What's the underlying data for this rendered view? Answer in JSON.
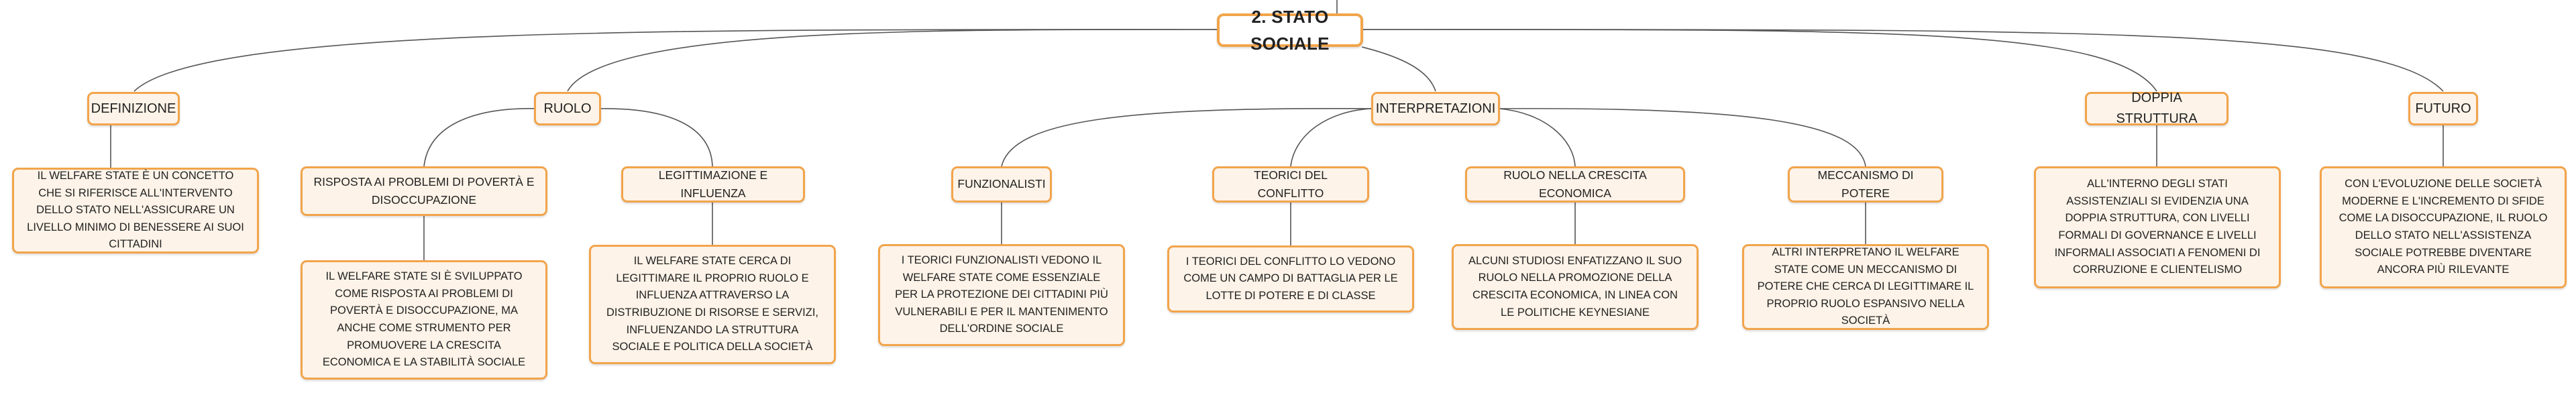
{
  "root": {
    "label": "2. STATO SOCIALE"
  },
  "categories": {
    "definizione": {
      "label": "DEFINIZIONE",
      "text": "IL WELFARE STATE È UN CONCETTO CHE SI RIFERISCE ALL'INTERVENTO DELLO STATO NELL'ASSICURARE UN LIVELLO MINIMO DI BENESSERE AI SUOI CITTADINI"
    },
    "ruolo": {
      "label": "RUOLO",
      "children": [
        {
          "label": "RISPOSTA AI PROBLEMI DI POVERTÀ E DISOCCUPAZIONE",
          "text": "IL WELFARE STATE SI È SVILUPPATO COME RISPOSTA AI PROBLEMI DI POVERTÀ E DISOCCUPAZIONE, MA ANCHE COME STRUMENTO PER PROMUOVERE LA CRESCITA ECONOMICA E LA STABILITÀ SOCIALE"
        },
        {
          "label": "LEGITTIMAZIONE E INFLUENZA",
          "text": "IL WELFARE STATE CERCA DI LEGITTIMARE IL PROPRIO RUOLO E INFLUENZA ATTRAVERSO LA DISTRIBUZIONE DI RISORSE E SERVIZI, INFLUENZANDO LA STRUTTURA SOCIALE E POLITICA DELLA SOCIETÀ"
        }
      ]
    },
    "interpretazioni": {
      "label": "INTERPRETAZIONI",
      "children": [
        {
          "label": "FUNZIONALISTI",
          "text": "I TEORICI FUNZIONALISTI VEDONO IL WELFARE STATE COME ESSENZIALE PER LA PROTEZIONE DEI CITTADINI PIÙ VULNERABILI E PER IL MANTENIMENTO DELL'ORDINE SOCIALE"
        },
        {
          "label": "TEORICI DEL CONFLITTO",
          "text": "I TEORICI DEL CONFLITTO LO VEDONO COME UN CAMPO DI BATTAGLIA PER LE LOTTE DI POTERE E DI CLASSE"
        },
        {
          "label": "RUOLO NELLA CRESCITA ECONOMICA",
          "text": "ALCUNI STUDIOSI ENFATIZZANO IL SUO RUOLO NELLA PROMOZIONE DELLA CRESCITA ECONOMICA, IN LINEA CON LE POLITICHE KEYNESIANE"
        },
        {
          "label": "MECCANISMO DI POTERE",
          "text": "ALTRI INTERPRETANO IL WELFARE STATE COME UN MECCANISMO DI POTERE CHE CERCA DI LEGITTIMARE IL PROPRIO RUOLO ESPANSIVO NELLA SOCIETÀ"
        }
      ]
    },
    "doppia_struttura": {
      "label": "DOPPIA STRUTTURA",
      "text": "ALL'INTERNO DEGLI STATI ASSISTENZIALI SI EVIDENZIA UNA DOPPIA STRUTTURA, CON LIVELLI FORMALI DI GOVERNANCE E LIVELLI INFORMALI ASSOCIATI A FENOMENI DI CORRUZIONE E CLIENTELISMO"
    },
    "futuro": {
      "label": "FUTURO",
      "text": "CON L'EVOLUZIONE DELLE SOCIETÀ MODERNE E L'INCREMENTO DI SFIDE COME LA DISOCCUPAZIONE, IL RUOLO DELLO STATO NELL'ASSISTENZA SOCIALE POTREBBE DIVENTARE ANCORA PIÙ RILEVANTE"
    }
  },
  "colors": {
    "border": "#f2a44b",
    "fill": "#fdf3e8",
    "line": "#555555",
    "root_fill": "#ffffff"
  }
}
